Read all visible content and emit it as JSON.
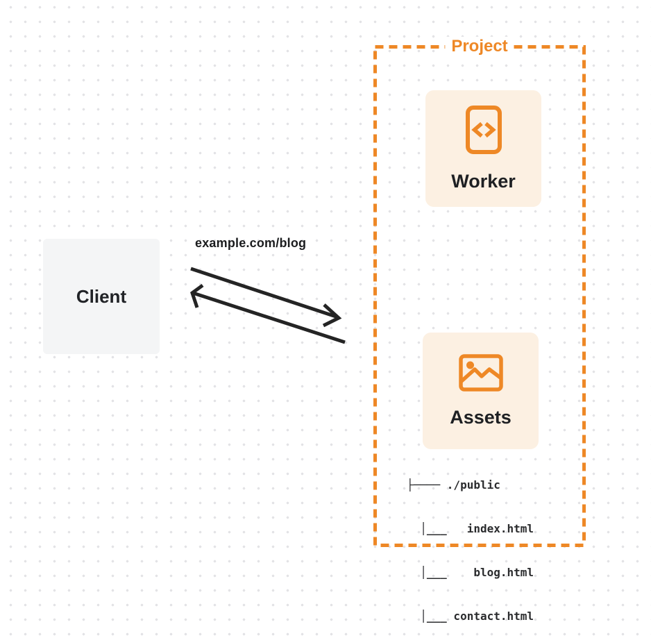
{
  "colors": {
    "accent_orange": "#ee8826",
    "card_background": "#fcf0e2",
    "client_background": "#f4f5f6",
    "arrow_color": "#242424",
    "text_dark": "#212327",
    "dot_grid": "#e3e3e6"
  },
  "client": {
    "label": "Client"
  },
  "request": {
    "url_label": "example.com/blog"
  },
  "project": {
    "label": "Project",
    "worker": {
      "label": "Worker",
      "icon": "code-file-icon"
    },
    "assets": {
      "label": "Assets",
      "icon": "image-icon",
      "file_tree": [
        "├──── ./public",
        "  │___   index.html",
        "  │___    blog.html",
        "  │___ contact.html"
      ]
    }
  }
}
